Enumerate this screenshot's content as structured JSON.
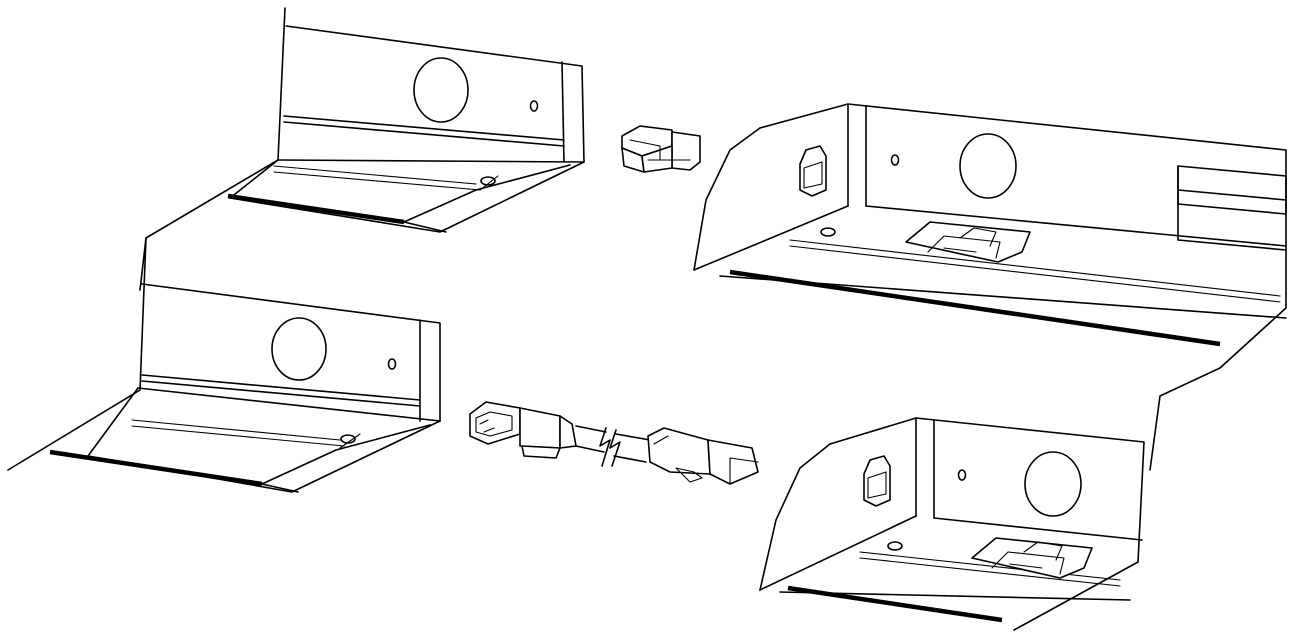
{
  "figure": {
    "background": "#ffffff",
    "line_color": "#000000",
    "label_text": {
      "top_right_badge": "",
      "bottom_right_badge": ""
    }
  },
  "components": [
    {
      "id": "fixture-top-left",
      "kind": "under-cabinet light fixture (end view)"
    },
    {
      "id": "fixture-bottom-left",
      "kind": "under-cabinet light fixture (end view)"
    },
    {
      "id": "fixture-top-right",
      "kind": "under-cabinet light fixture with connector port"
    },
    {
      "id": "fixture-bottom-right",
      "kind": "under-cabinet light fixture with connector port"
    },
    {
      "id": "direct-connector",
      "kind": "short link connector"
    },
    {
      "id": "link-cable",
      "kind": "linking cable with plugs"
    }
  ]
}
